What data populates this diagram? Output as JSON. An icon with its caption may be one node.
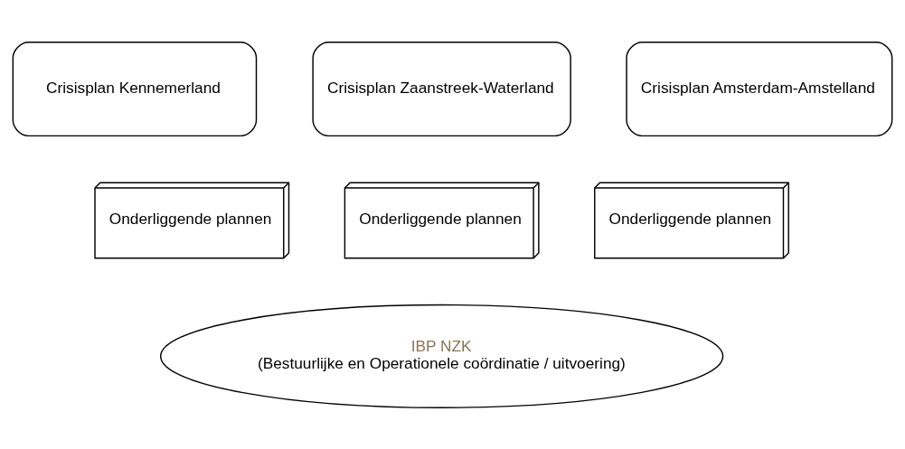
{
  "diagram": {
    "nodes": [
      {
        "text": [
          "Crisisplan Kennemerland"
        ]
      },
      {
        "text": [
          "Crisisplan Zaanstreek-Waterland"
        ]
      },
      {
        "text": [
          "Crisisplan Amsterdam-Amstelland"
        ]
      },
      {
        "text": [
          "Onderliggende plannen"
        ]
      },
      {
        "text": [
          "Onderliggende plannen"
        ]
      },
      {
        "text": [
          "Onderliggende plannen"
        ]
      },
      {
        "text": [
          "IBP NZK",
          "(Bestuurlijke en Operationele coördinatie / uitvoering)"
        ]
      }
    ],
    "edges": []
  }
}
